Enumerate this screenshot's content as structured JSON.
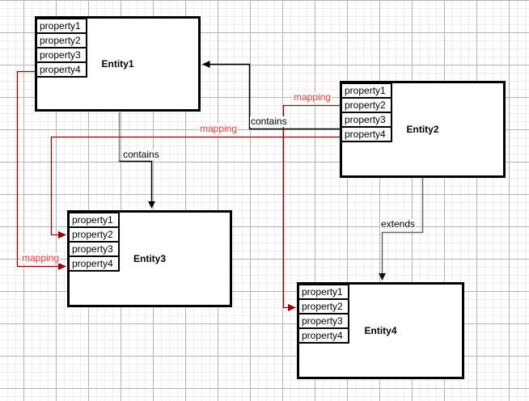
{
  "entities": [
    {
      "title": "Entity1",
      "properties": [
        "property1",
        "property2",
        "property3",
        "property4"
      ]
    },
    {
      "title": "Entity2",
      "properties": [
        "property1",
        "property2",
        "property3",
        "property4"
      ]
    },
    {
      "title": "Entity3",
      "properties": [
        "property1",
        "property2",
        "property3",
        "property4"
      ]
    },
    {
      "title": "Entity4",
      "properties": [
        "property1",
        "property2",
        "property3",
        "property4"
      ]
    }
  ],
  "edge_labels": {
    "contains_e1_e3": "contains",
    "contains_e2_e1": "contains",
    "extends_e2_e4": "extends",
    "mapping_e1_e3": "mapping",
    "mapping_e2_e3": "mapping",
    "mapping_e2_e4": "mapping"
  },
  "colors": {
    "entity_border": "#000000",
    "entity_fill": "#ffffff",
    "edge_black": "#000000",
    "edge_gray": "#666666",
    "edge_red": "#990000",
    "label_red": "#ff3333",
    "grid_major": "#b4b4b4",
    "grid_minor": "#ececec"
  }
}
